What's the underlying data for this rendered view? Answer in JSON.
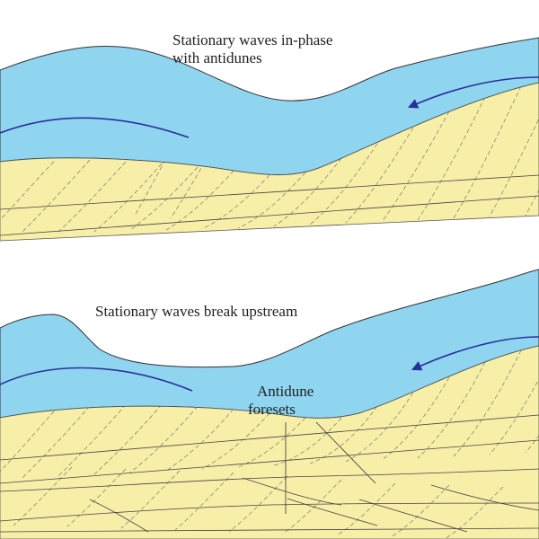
{
  "colors": {
    "water": "#8fd5f0",
    "sand": "#f7eea8",
    "flow_arrow": "#2a2f9a",
    "background": "#ffffff"
  },
  "panel_top": {
    "caption_line1": "Stationary waves in-phase",
    "caption_line2": "with antidunes"
  },
  "panel_bottom": {
    "caption": "Stationary waves break upstream",
    "label_line1": "Antidune",
    "label_line2": "foresets"
  }
}
